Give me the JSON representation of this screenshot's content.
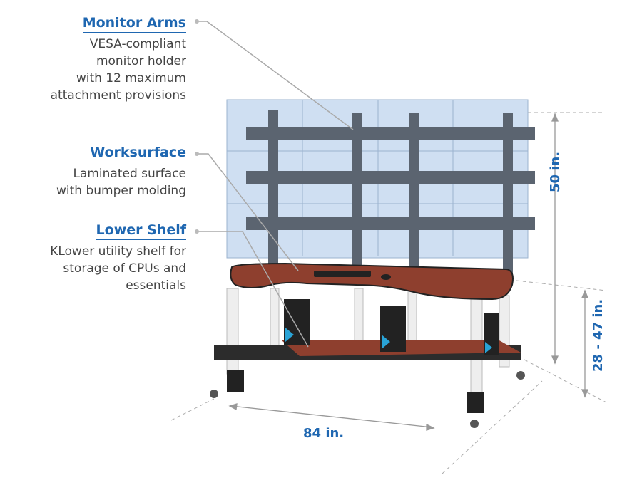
{
  "callouts": [
    {
      "title": "Monitor Arms",
      "lines": [
        "VESA-compliant",
        "monitor holder",
        "with 12 maximum",
        "attachment provisions"
      ]
    },
    {
      "title": "Worksurface",
      "lines": [
        "Laminated surface",
        "with bumper molding"
      ]
    },
    {
      "title": "Lower Shelf",
      "lines": [
        "KLower utility shelf for",
        "storage of CPUs and",
        "essentials"
      ]
    }
  ],
  "dimensions": {
    "height": "50 in.",
    "desk_height": "28 - 47 in.",
    "width": "84 in."
  },
  "colors": {
    "accent": "#1f67b1",
    "worksurface": "#8e3f2e",
    "screen": "#c9daf0"
  }
}
